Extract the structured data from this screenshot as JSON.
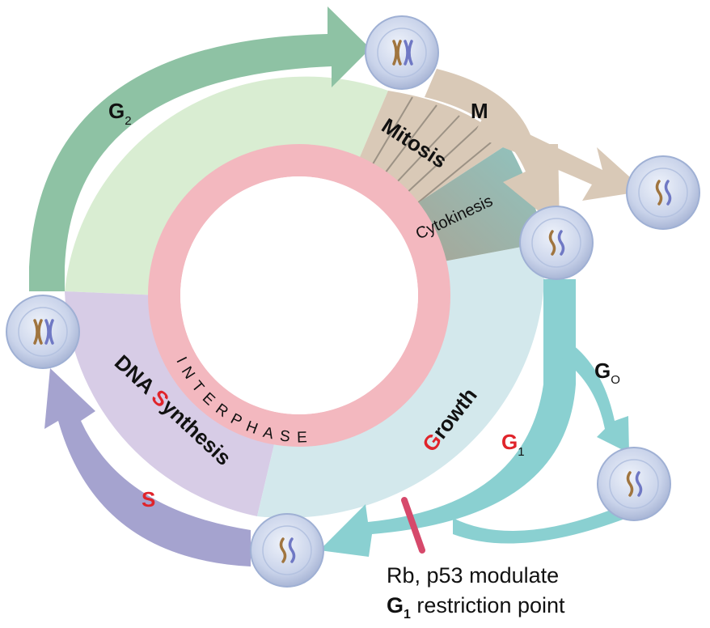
{
  "labels": {
    "g2_main": "G",
    "g2_sub": "2",
    "m_label": "M",
    "mitosis": "Mitosis",
    "cytokinesis": "Cytokinesis",
    "g0_main": "G",
    "g0_sub": "O",
    "g1_main": "G",
    "g1_sub": "1",
    "s_label": "S",
    "growth_initial": "G",
    "growth_rest": "rowth",
    "dna": "DNA ",
    "synth_initial": "S",
    "synth_rest": "ynthesis",
    "interphase": "INTERPHASE"
  },
  "note": {
    "line1": "Rb, p53 modulate",
    "line2_main": "G",
    "line2_sub": "1",
    "line2_rest": " restriction point"
  },
  "colors": {
    "g2": "#8ec2a4",
    "g2_fill": "#d9edd2",
    "s": "#a5a3cf",
    "s_fill": "#d7cce6",
    "g1": "#8ad0d1",
    "g1_fill": "#d3e8ec",
    "m": "#d9c9b7",
    "cytokinesis": "#a8a596",
    "interphase_ring": "#f3b8bf",
    "accent_red": "#e0242b",
    "restriction_bar": "#d6496b"
  }
}
